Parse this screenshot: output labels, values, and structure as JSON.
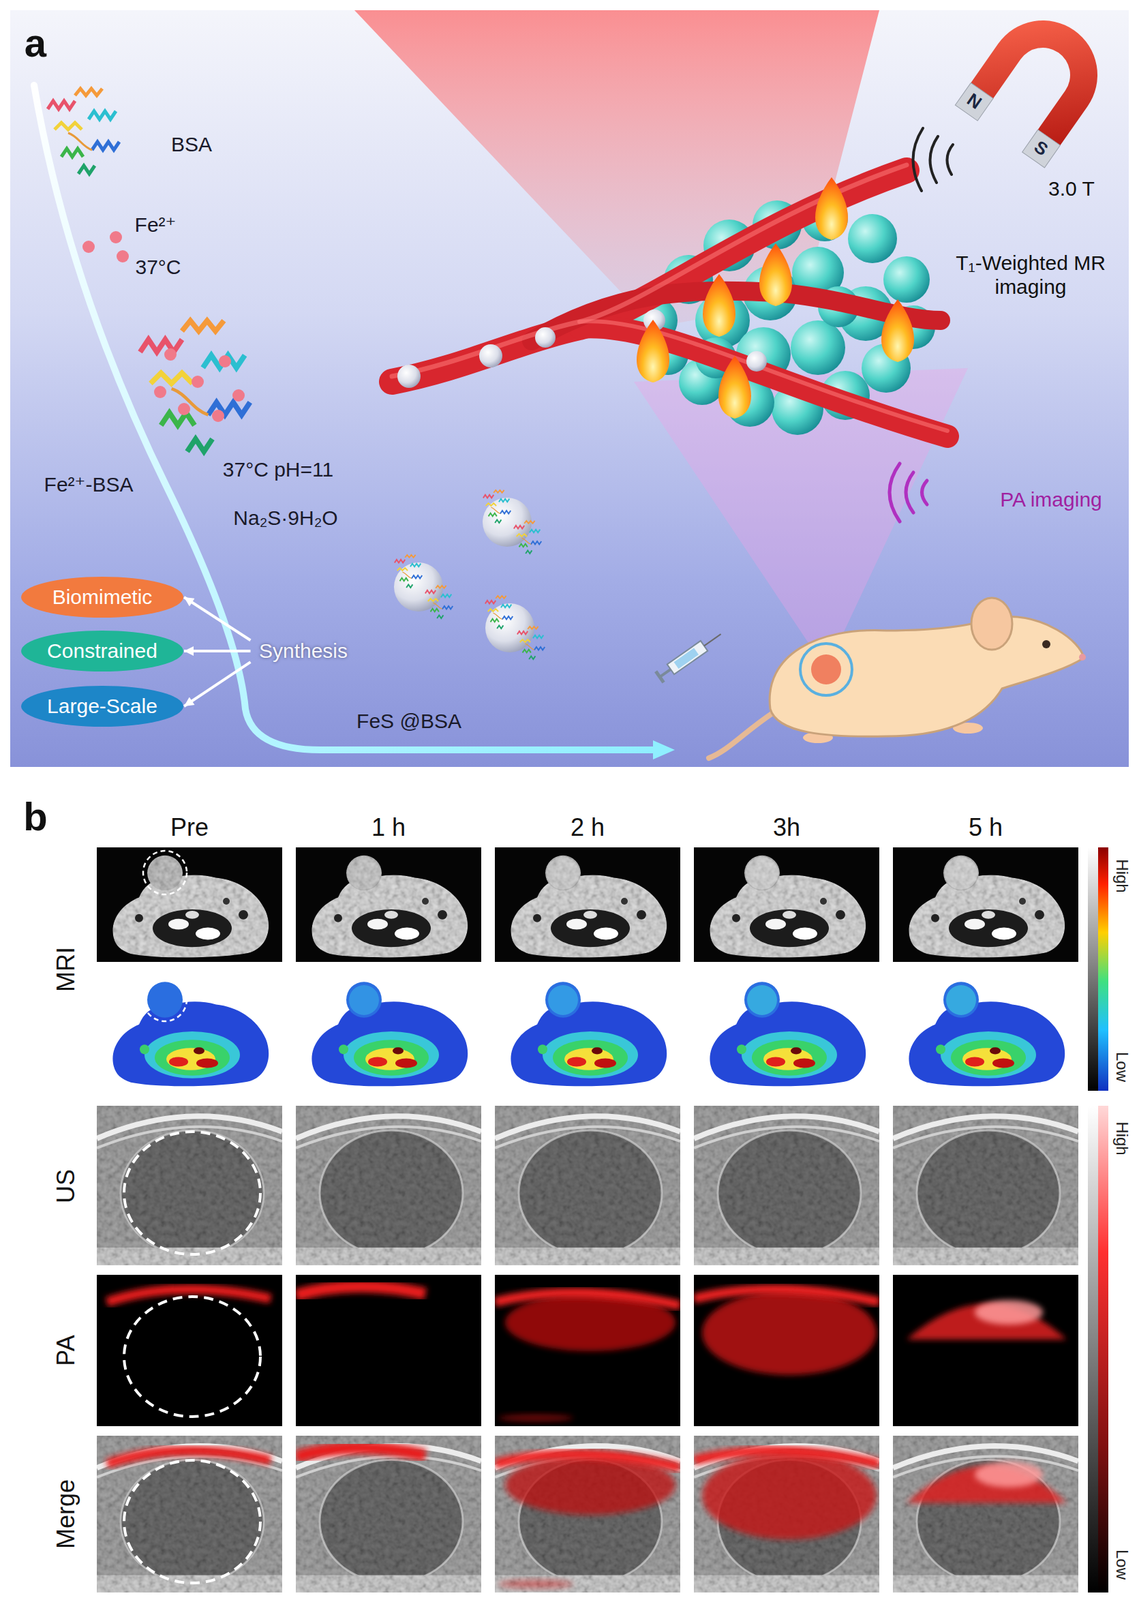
{
  "diagram": {
    "nodes": [
      {
        "text": [
          "Biomimetic"
        ]
      },
      {
        "text": [
          "Constrained"
        ]
      },
      {
        "text": [
          "Large-Scale"
        ]
      },
      {
        "text": [
          "Synthesis"
        ]
      }
    ],
    "edges": [
      {
        "from": 3,
        "to": 0,
        "arrow": "to"
      },
      {
        "from": 3,
        "to": 1,
        "arrow": "to"
      },
      {
        "from": 3,
        "to": 2,
        "arrow": "to"
      }
    ],
    "labels": [
      "a",
      "BSA",
      "Fe²⁺",
      "37°C",
      "Fe²⁺-BSA",
      "37°C pH=11",
      "Na₂S·9H₂O",
      "FeS @BSA",
      "N",
      "S",
      "3.0 T",
      "T₁-Weighted MR imaging",
      "PA imaging",
      "b",
      "Pre",
      "1 h",
      "2 h",
      "3h",
      "5 h",
      "MRI",
      "US",
      "PA",
      "Merge",
      "High",
      "Low",
      "High",
      "Low"
    ]
  }
}
